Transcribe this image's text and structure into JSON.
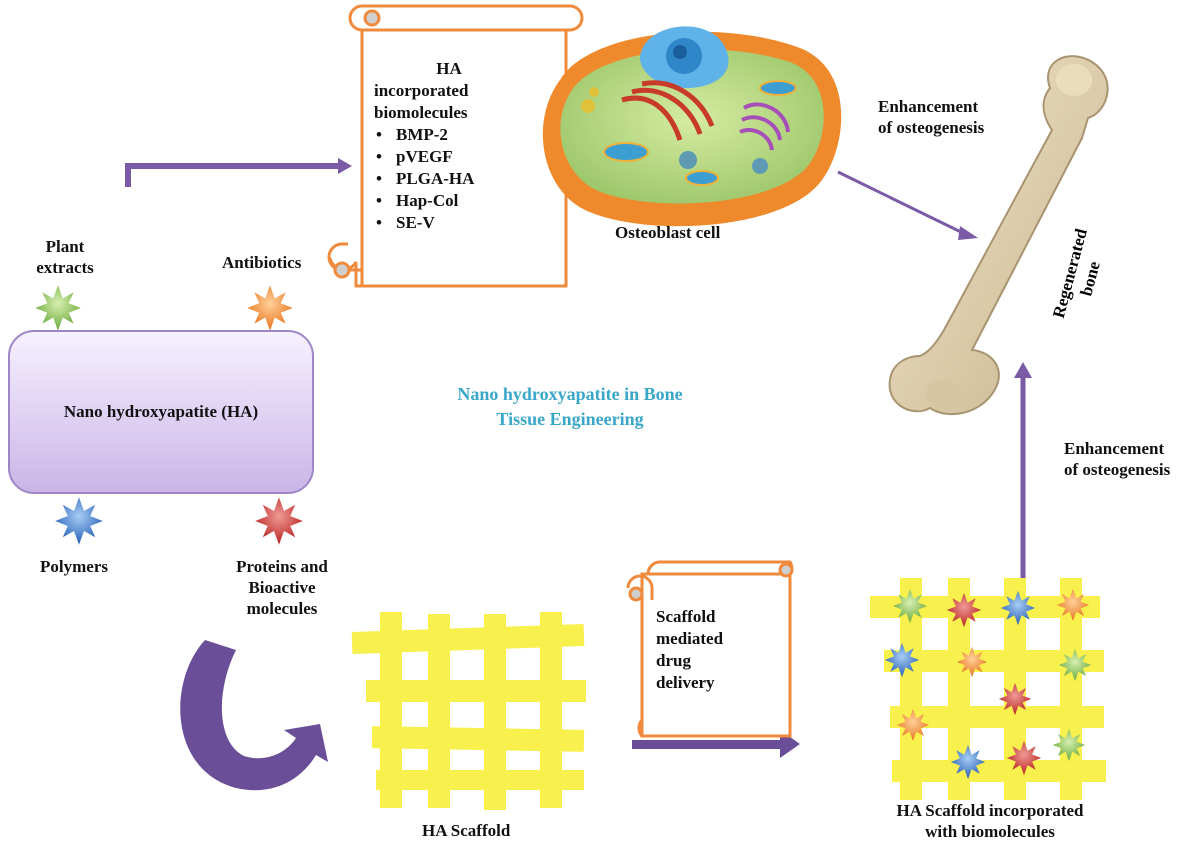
{
  "title": [
    "Nano hydroxyapatite in Bone",
    "Tissue Engineering"
  ],
  "ha_box": "Nano hydroxyapatite (HA)",
  "satellites": {
    "plant": [
      "Plant",
      "extracts"
    ],
    "antibiotics": "Antibiotics",
    "polymers": "Polymers",
    "proteins": [
      "Proteins and",
      "Bioactive",
      "molecules"
    ]
  },
  "biomolecules_scroll": {
    "heading": [
      "HA",
      "incorporated",
      "biomolecules"
    ],
    "items": [
      "BMP-2",
      "pVEGF",
      "PLGA-HA",
      "Hap-Col",
      "SE-V"
    ]
  },
  "osteoblast_label": "Osteoblast cell",
  "enhancement_top": [
    "Enhancement",
    "of osteogenesis"
  ],
  "enhancement_right": [
    "Enhancement",
    "of osteogenesis"
  ],
  "regenerated_bone": [
    "Regenerated",
    "bone"
  ],
  "ha_scaffold_label": "HA Scaffold",
  "delivery_scroll": [
    "Scaffold",
    "mediated",
    "drug",
    "delivery"
  ],
  "scaffold_incorporated_label": [
    "HA Scaffold incorporated",
    "with biomolecules"
  ],
  "colors": {
    "title": "#3aa7c9",
    "scroll_border": "#f08a3c",
    "arrow": "#7b5aa6",
    "scaffold": "#f7ef3a",
    "star_green": "#7ab648",
    "star_orange": "#f08a2c",
    "star_blue": "#2f6fc4",
    "star_red": "#c9302c"
  }
}
